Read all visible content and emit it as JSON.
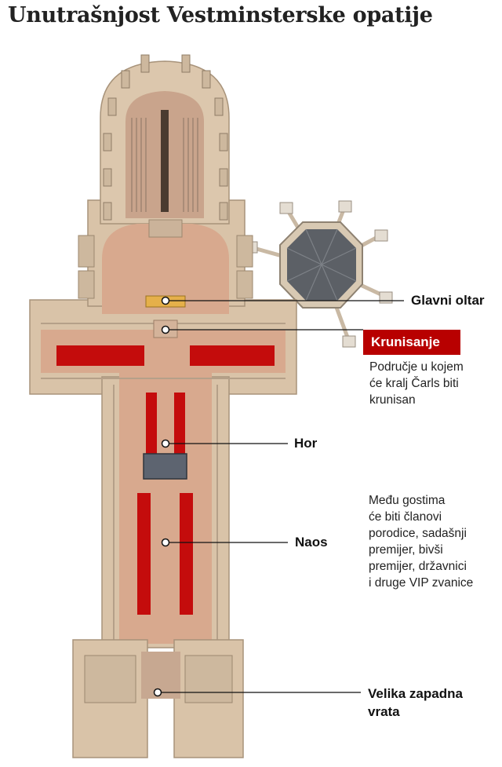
{
  "title": "Unutrašnjost Vestminsterske opatije",
  "labels": {
    "altar": "Glavni oltar",
    "coronation": "Krunisanje",
    "choir": "Hor",
    "nave": "Naos",
    "west_door_line1": "Velika zapadna",
    "west_door_line2": "vrata"
  },
  "coronation_desc": [
    "Područje u kojem",
    "će kralj Čarls biti",
    "krunisan"
  ],
  "nave_desc": [
    "Među gostima",
    "će biti članovi",
    "porodice, sadašnji",
    "premijer, bivši",
    "premijer, državnici",
    "i druge VIP zvanice"
  ],
  "colors": {
    "accent_red": "#b80000",
    "seating_red": "#c40c0c",
    "stone": "#d9c3a8",
    "floor": "#d8a98e",
    "dome": "#5c6066"
  }
}
